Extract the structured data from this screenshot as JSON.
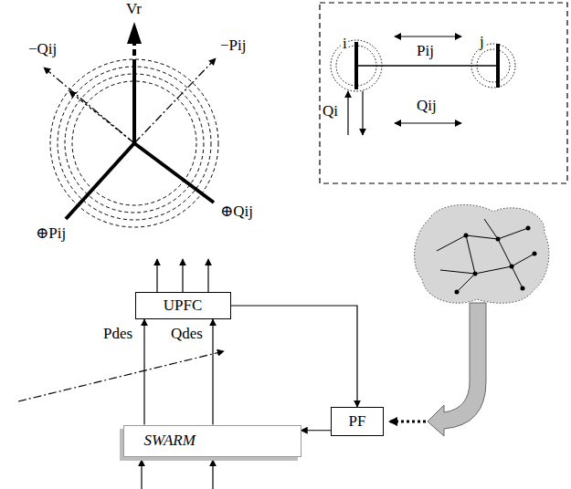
{
  "diagram": {
    "nodes": [
      {
        "text": [
          "UPFC"
        ]
      },
      {
        "text": [
          "SWARM"
        ]
      },
      {
        "text": [
          "PF"
        ]
      }
    ],
    "edges": [
      {
        "from": 0,
        "to": 2,
        "arrow": "to"
      },
      {
        "from": 2,
        "to": 1,
        "arrow": "to"
      },
      {
        "from": 1,
        "to": 0,
        "arrow": "to",
        "label": "Pdes"
      },
      {
        "from": 1,
        "to": 0,
        "arrow": "to",
        "label": "Qdes"
      }
    ],
    "labels": [
      "Vr",
      "−Qij",
      "−Pij",
      "⊕Pij",
      "⊕Qij",
      "i",
      "j",
      "Pij",
      "Qij",
      "Qi"
    ]
  }
}
